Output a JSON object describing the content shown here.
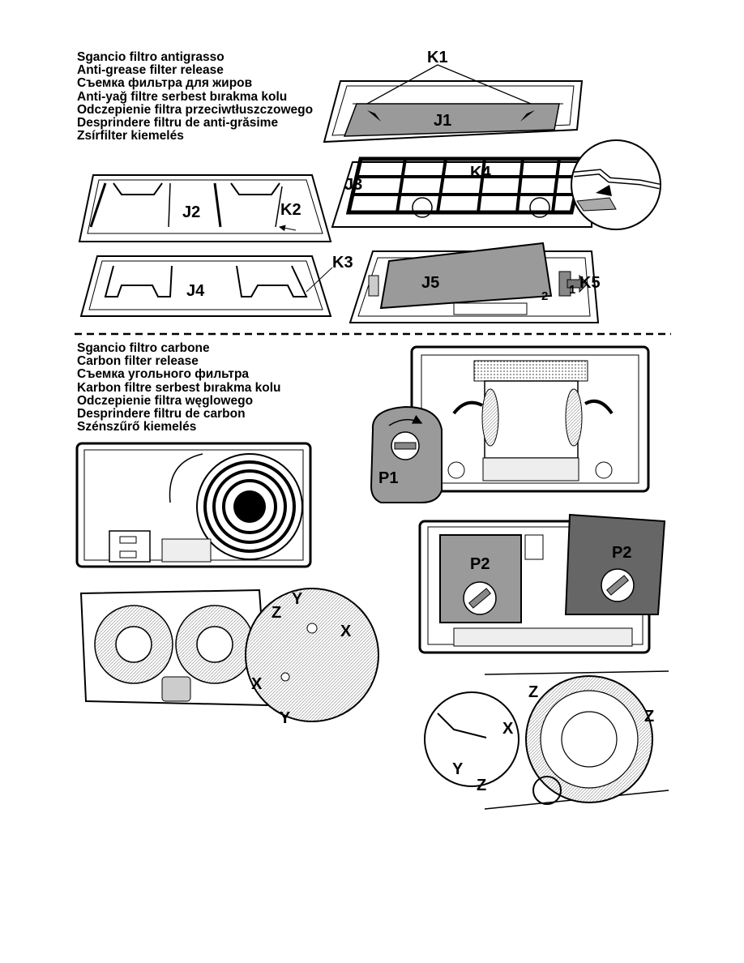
{
  "section_antigrease": {
    "lines": [
      "Sgancio filtro antigrasso",
      "Anti-grease filter release",
      "Съемка фильтра для жиров",
      "Anti-yağ filtre serbest bırakma kolu",
      "Odczepienie filtra przeciwtłuszczowego",
      "Desprindere filtru de anti-grăsime",
      "Zsírfilter kiemelés"
    ]
  },
  "section_carbon": {
    "lines": [
      "Sgancio filtro carbone",
      "Carbon filter release",
      "Съемка угольного фильтра",
      "Karbon filtre serbest bırakma kolu",
      "Odczepienie filtra węglowego",
      "Desprindere filtru de carbon",
      "Szénszűrő kiemelés"
    ]
  },
  "labels": {
    "k1": "K1",
    "j1": "J1",
    "j2": "J2",
    "k2": "K2",
    "j3": "J3",
    "k4": "K4",
    "j4": "J4",
    "k3": "K3",
    "j5": "J5",
    "k5": "K5",
    "n1": "1",
    "n2": "2",
    "p1": "P1",
    "p2a": "P2",
    "p2b": "P2",
    "x": "X",
    "y": "Y",
    "z": "Z"
  },
  "colors": {
    "filter_gray": "#9a9a9a",
    "dark_gray": "#555555",
    "light_gray": "#d8d8d8"
  }
}
